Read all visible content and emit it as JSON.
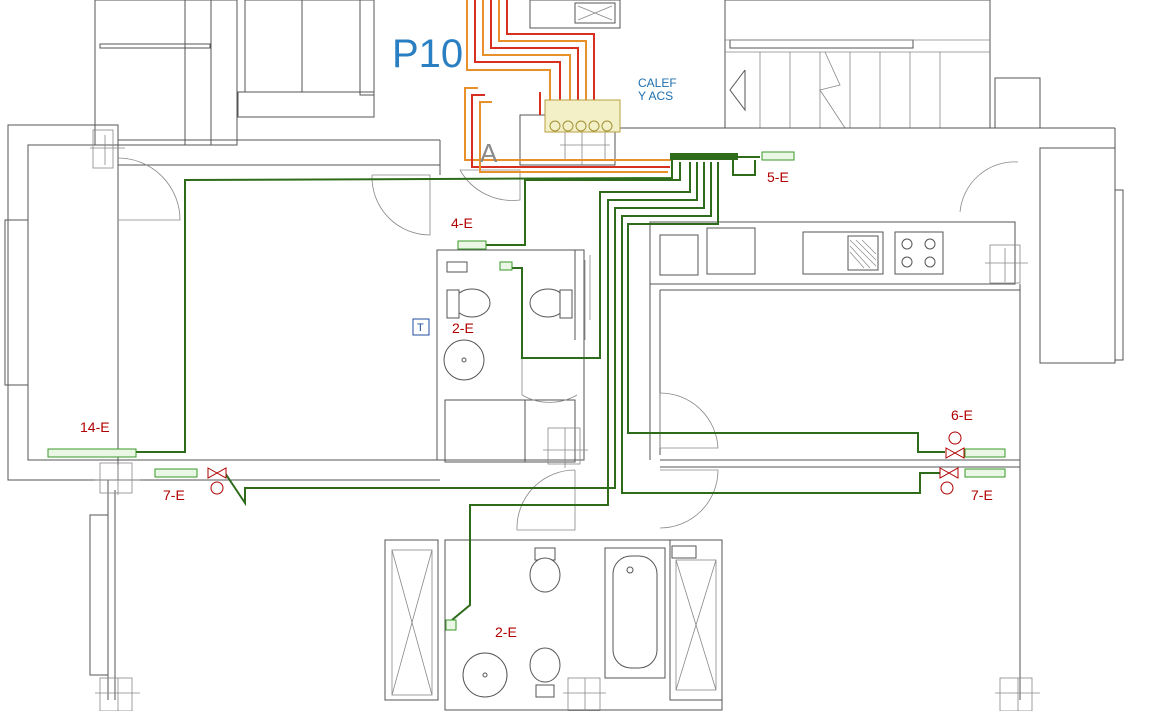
{
  "plan": {
    "unit_label": "P10",
    "heating_label": [
      "CALEF",
      "Y ACS"
    ],
    "zone_label": "A",
    "thermostat_badge": "T",
    "room_labels": {
      "r5e": "5-E",
      "r4e": "4-E",
      "r2e_top": "2-E",
      "r14e": "14-E",
      "r6e": "6-E",
      "r7e_left": "7-E",
      "r7e_right": "7-E",
      "r2e_bottom": "2-E"
    },
    "colors": {
      "heating_pipe": "#2e6b1a",
      "radiator": "#3a9a2a",
      "supply_red": "#d83020",
      "supply_orange": "#e8902a",
      "room_label": "#b00000",
      "annotation_blue": "#2a7fc2"
    }
  }
}
